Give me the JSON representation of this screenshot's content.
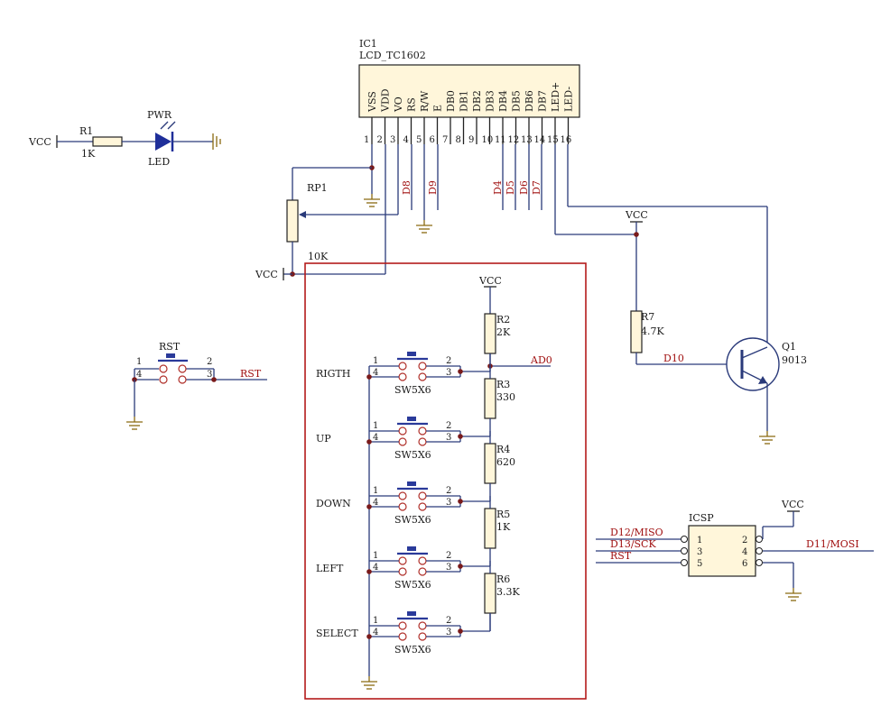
{
  "lcd": {
    "ref": "IC1",
    "part": "LCD_TC1602",
    "pins": [
      "VSS",
      "VDD",
      "VO",
      "RS",
      "R/W",
      "E",
      "DB0",
      "DB1",
      "DB2",
      "DB3",
      "DB4",
      "DB5",
      "DB6",
      "DB7",
      "LED+",
      "LED-"
    ],
    "pin_numbers": [
      "1",
      "2",
      "3",
      "4",
      "5",
      "6",
      "7",
      "8",
      "9",
      "10",
      "11",
      "12",
      "13",
      "14",
      "15",
      "16"
    ],
    "nets": [
      "D8",
      "D9",
      "D4",
      "D5",
      "D6",
      "D7"
    ]
  },
  "power": {
    "vcc": "VCC",
    "r1": "R1",
    "r1_value": "1K",
    "led_name": "PWR",
    "led_label": "LED"
  },
  "pot": {
    "ref": "RP1",
    "value": "10K"
  },
  "reset": {
    "ref": "RST",
    "net": "RST",
    "pins": [
      "1",
      "2",
      "3",
      "4"
    ]
  },
  "buttons": {
    "part": "SW5X6",
    "labels": [
      "RIGTH",
      "UP",
      "DOWN",
      "LEFT",
      "SELECT"
    ],
    "pins": [
      "1",
      "2",
      "3",
      "4"
    ],
    "ad_net": "AD0"
  },
  "ladder": [
    {
      "ref": "R2",
      "value": "2K"
    },
    {
      "ref": "R3",
      "value": "330"
    },
    {
      "ref": "R4",
      "value": "620"
    },
    {
      "ref": "R5",
      "value": "1K"
    },
    {
      "ref": "R6",
      "value": "3.3K"
    }
  ],
  "backlight": {
    "r7": "R7",
    "r7_value": "4.7K",
    "net": "D10",
    "q": "Q1",
    "q_part": "9013"
  },
  "icsp": {
    "title": "ICSP",
    "left_pins": [
      "1",
      "3",
      "5"
    ],
    "right_pins": [
      "2",
      "4",
      "6"
    ],
    "left_nets": [
      "D12/MISO",
      "D13/SCK",
      "RST"
    ],
    "right_net": "D11/MOSI"
  }
}
